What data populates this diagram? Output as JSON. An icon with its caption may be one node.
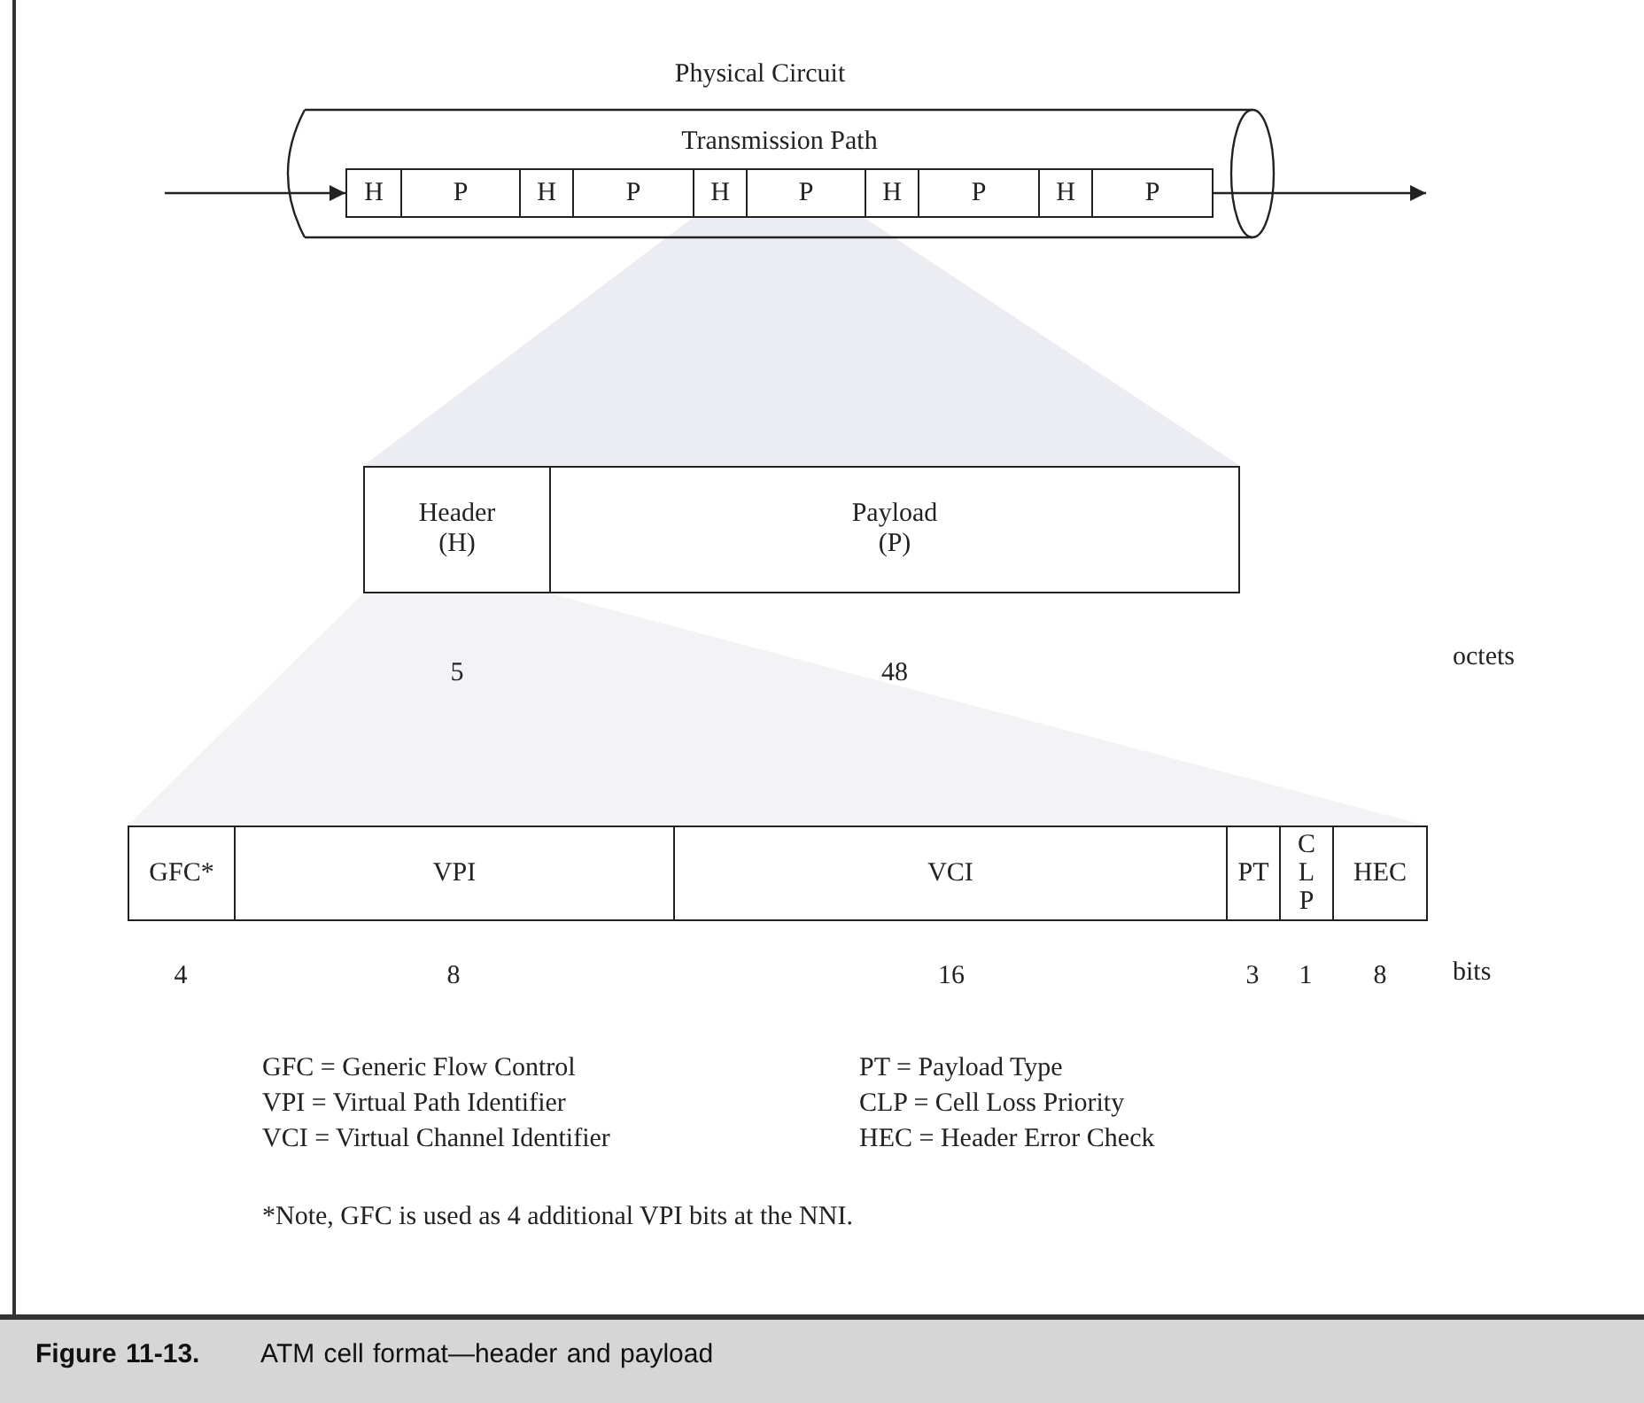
{
  "diagram": {
    "caption": "**Figure 11-13.** ATM cell format—header and payload",
    "nodes": [
      {
        "text": [
          "Physical Circuit"
        ]
      },
      {
        "text": [
          "Transmission Path"
        ],
        "in": 0
      },
      {
        "text": [
          "H"
        ],
        "in": 1
      },
      {
        "text": [
          "P"
        ],
        "in": 1
      },
      {
        "text": [
          "H"
        ],
        "in": 1
      },
      {
        "text": [
          "P"
        ],
        "in": 1
      },
      {
        "text": [
          "H"
        ],
        "in": 1
      },
      {
        "text": [
          "P"
        ],
        "in": 1
      },
      {
        "text": [
          "H"
        ],
        "in": 1
      },
      {
        "text": [
          "P"
        ],
        "in": 1
      },
      {
        "text": [
          "H"
        ],
        "in": 1
      },
      {
        "text": [
          "P"
        ],
        "in": 1
      },
      {
        "text": [
          "Header (H)"
        ],
        "beside": [
          "5"
        ]
      },
      {
        "text": [
          "Payload (P)"
        ],
        "beside": [
          "48"
        ]
      },
      {
        "text": [
          "GFC*"
        ],
        "beside": [
          "4"
        ]
      },
      {
        "text": [
          "VPI"
        ],
        "beside": [
          "8"
        ]
      },
      {
        "text": [
          "VCI"
        ],
        "beside": [
          "16"
        ]
      },
      {
        "text": [
          "PT"
        ],
        "beside": [
          "3"
        ]
      },
      {
        "text": [
          "C L P"
        ],
        "beside": [
          "1"
        ]
      },
      {
        "text": [
          "HEC"
        ],
        "beside": [
          "8"
        ]
      }
    ],
    "edges": [
      {
        "from": null,
        "to": 1,
        "arrow": "to"
      },
      {
        "from": 1,
        "to": null,
        "arrow": "to"
      }
    ],
    "labels": [
      "octets",
      "bits",
      "GFC = Generic Flow Control",
      "PT = Payload Type",
      "VPI = Virtual Path Identifier",
      "CLP = Cell Loss Priority",
      "VCI = Virtual Channel Identifier",
      "HEC = Header Error Check",
      "*Note, GFC is used as 4 additional VPI bits at the NNI."
    ]
  }
}
